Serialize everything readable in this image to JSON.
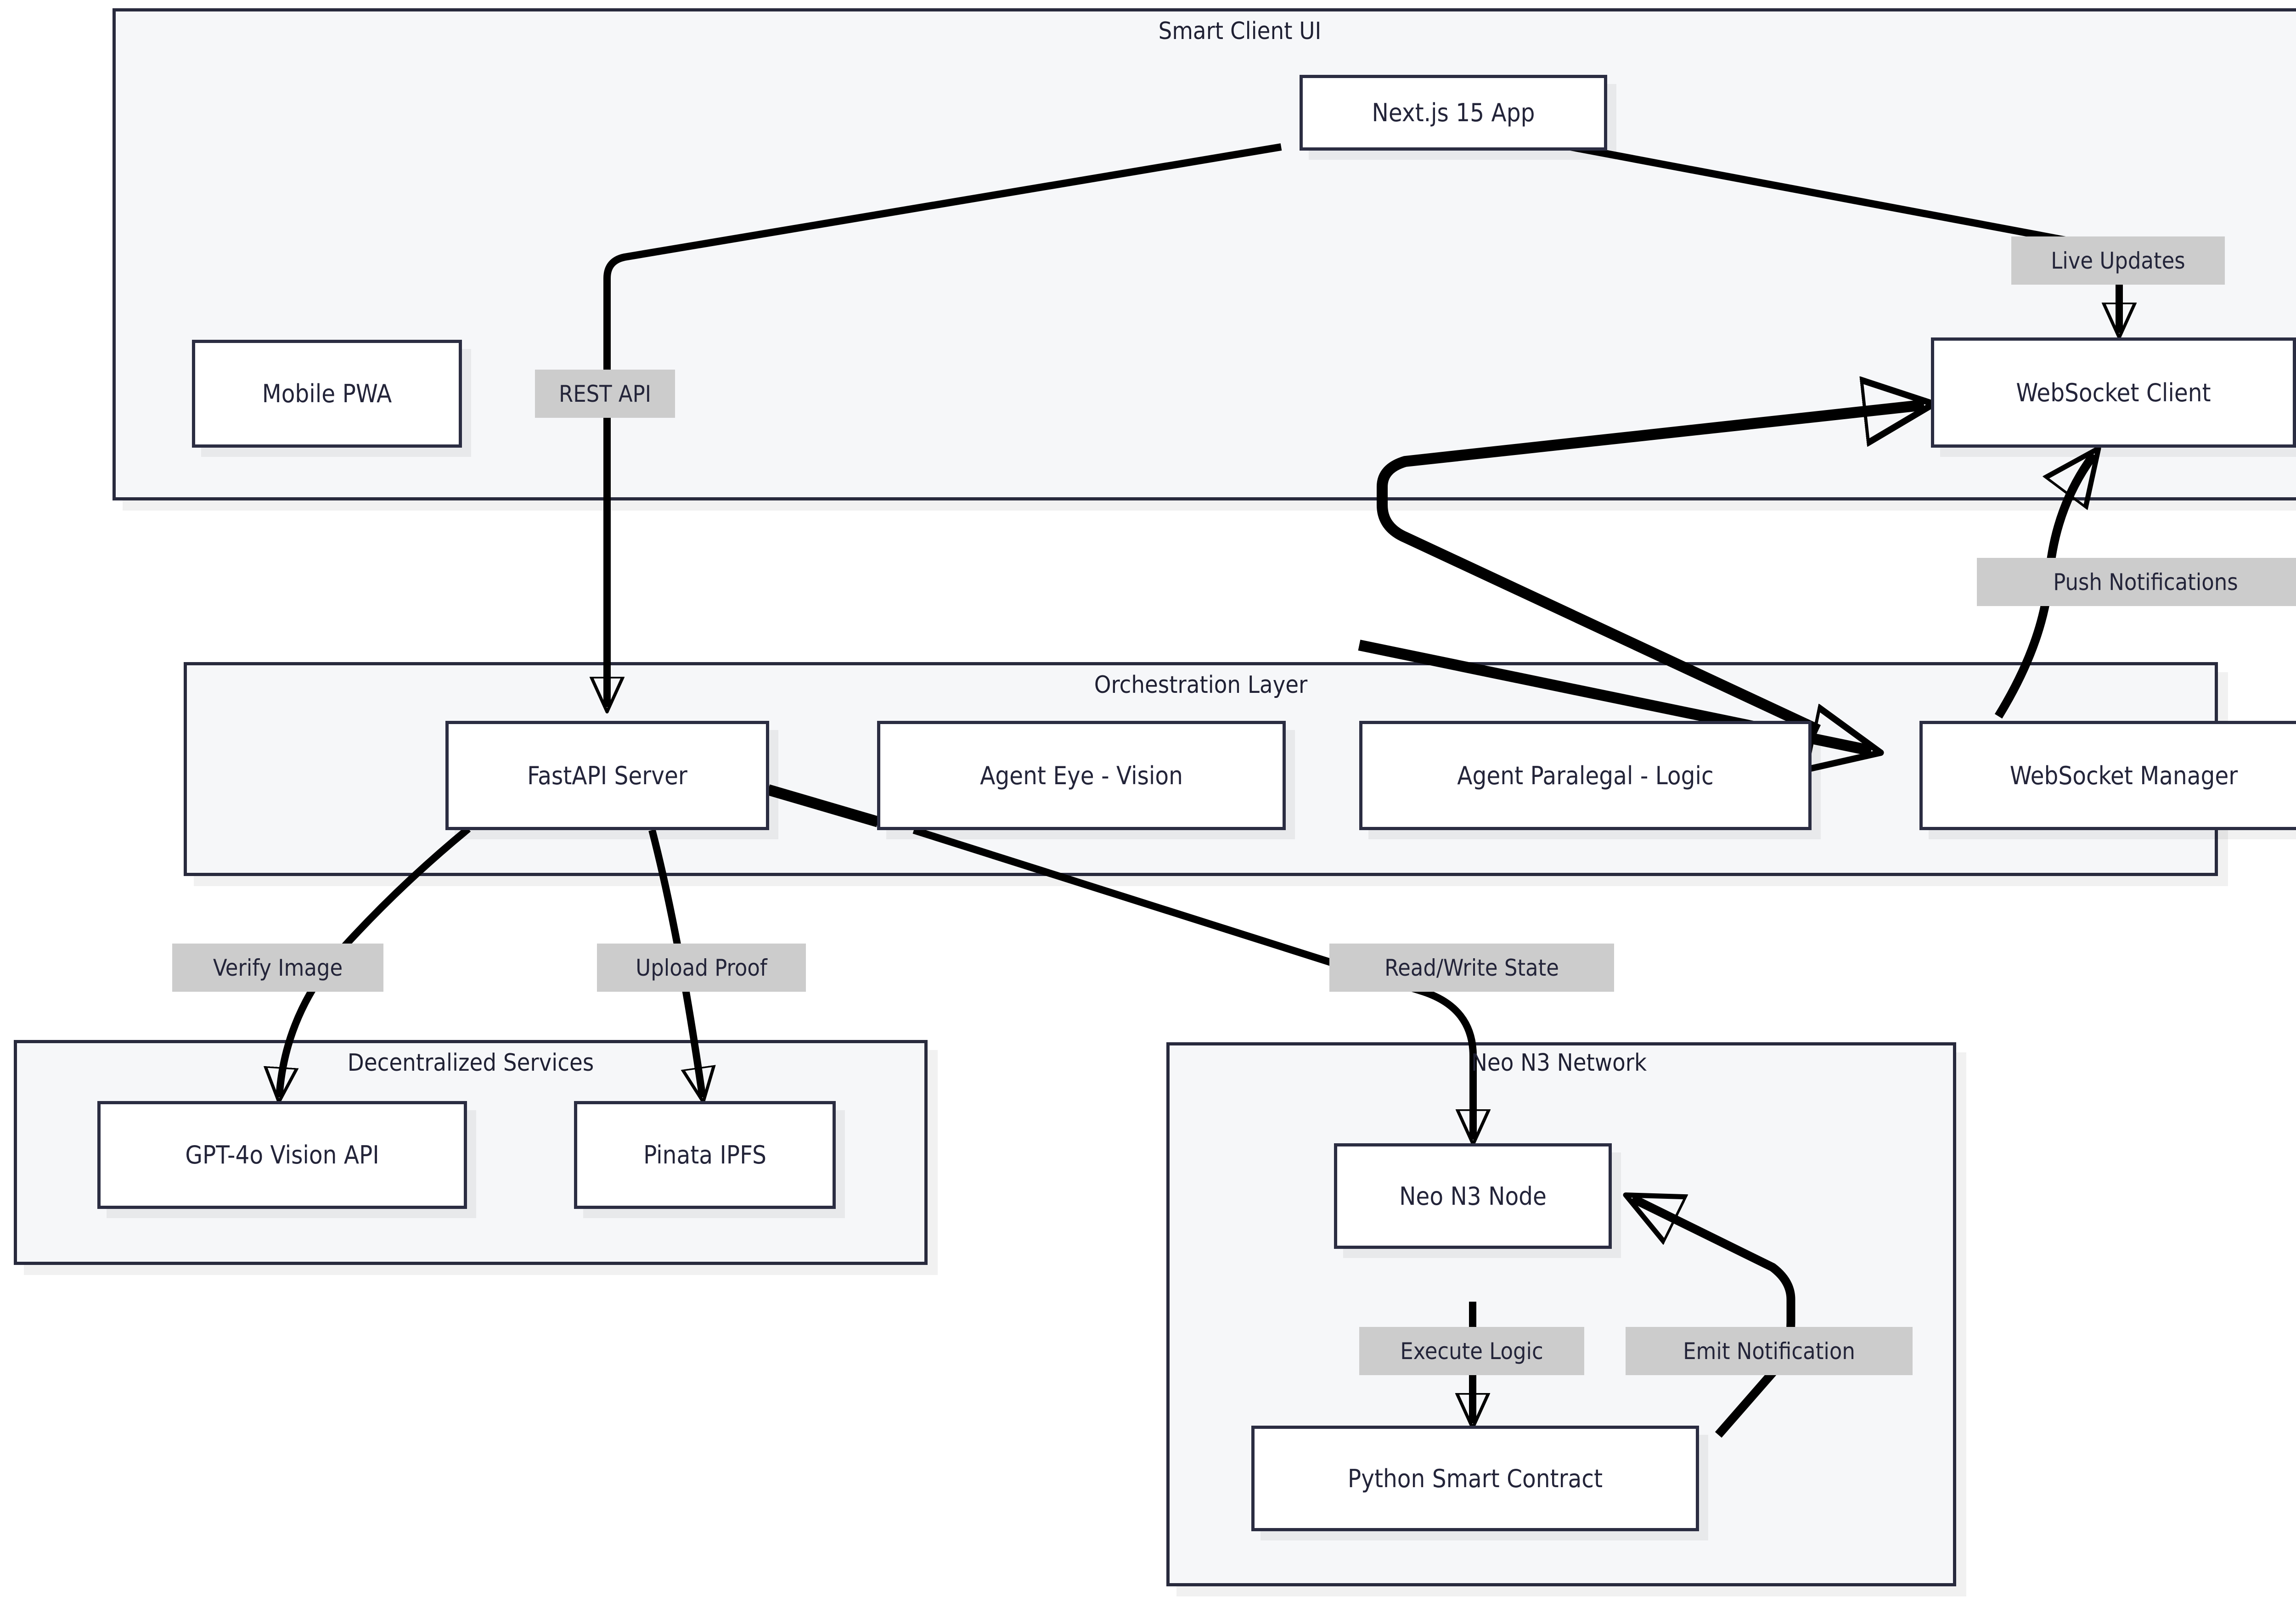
{
  "diagram": {
    "type": "flowchart",
    "orientation": "top-down",
    "clusters": [
      {
        "id": "smart_client_ui",
        "title": "Smart Client UI"
      },
      {
        "id": "orchestration_layer",
        "title": "Orchestration Layer"
      },
      {
        "id": "decentralized_services",
        "title": "Decentralized Services"
      },
      {
        "id": "neo_n3_network",
        "title": "Neo N3 Network"
      }
    ],
    "nodes": [
      {
        "id": "nextjs_app",
        "label": "Next.js 15 App",
        "cluster": "smart_client_ui"
      },
      {
        "id": "mobile_pwa",
        "label": "Mobile PWA",
        "cluster": "smart_client_ui"
      },
      {
        "id": "websocket_client",
        "label": "WebSocket Client",
        "cluster": "smart_client_ui"
      },
      {
        "id": "fastapi_server",
        "label": "FastAPI Server",
        "cluster": "orchestration_layer"
      },
      {
        "id": "agent_eye",
        "label": "Agent Eye - Vision",
        "cluster": "orchestration_layer"
      },
      {
        "id": "agent_paralegal",
        "label": "Agent Paralegal - Logic",
        "cluster": "orchestration_layer"
      },
      {
        "id": "websocket_manager",
        "label": "WebSocket Manager",
        "cluster": "orchestration_layer"
      },
      {
        "id": "gpt4o_vision",
        "label": "GPT-4o Vision API",
        "cluster": "decentralized_services"
      },
      {
        "id": "pinata_ipfs",
        "label": "Pinata IPFS",
        "cluster": "decentralized_services"
      },
      {
        "id": "neo_n3_node",
        "label": "Neo N3 Node",
        "cluster": "neo_n3_network"
      },
      {
        "id": "python_contract",
        "label": "Python Smart Contract",
        "cluster": "neo_n3_network"
      }
    ],
    "edges": [
      {
        "id": "e_rest_api",
        "from": "nextjs_app",
        "to": "fastapi_server",
        "label": "REST API"
      },
      {
        "id": "e_live_updates",
        "from": "nextjs_app",
        "to": "websocket_client",
        "label": "Live Updates"
      },
      {
        "id": "e_verify_image",
        "from": "fastapi_server",
        "to": "gpt4o_vision",
        "label": "Verify Image"
      },
      {
        "id": "e_upload_proof",
        "from": "fastapi_server",
        "to": "pinata_ipfs",
        "label": "Upload Proof"
      },
      {
        "id": "e_read_write_state",
        "from": "agent_eye",
        "to": "neo_n3_node",
        "label": "Read/Write State"
      },
      {
        "id": "e_execute_logic",
        "from": "neo_n3_node",
        "to": "python_contract",
        "label": "Execute Logic"
      },
      {
        "id": "e_emit_notification",
        "from": "python_contract",
        "to": "neo_n3_node",
        "label": "Emit Notification"
      },
      {
        "id": "e_push_notifications",
        "from": "websocket_manager",
        "to": "websocket_client",
        "label": "Push Notifications"
      },
      {
        "id": "e_paralegal_to_wsm",
        "from": "agent_paralegal",
        "to": "websocket_manager",
        "label": ""
      },
      {
        "id": "e_fastapi_to_agenteye",
        "from": "fastapi_server",
        "to": "agent_eye",
        "label": ""
      },
      {
        "id": "e_wsm_to_wsclient",
        "from": "websocket_manager",
        "to": "websocket_client",
        "label": ""
      }
    ],
    "colors": {
      "node_border": "#2b2d42",
      "node_fill": "#ffffff",
      "cluster_fill": "#f6f7f9",
      "cluster_border": "#282a3d",
      "edge_stroke": "#000000",
      "label_background": "#cccccc",
      "text": "#232439"
    }
  }
}
